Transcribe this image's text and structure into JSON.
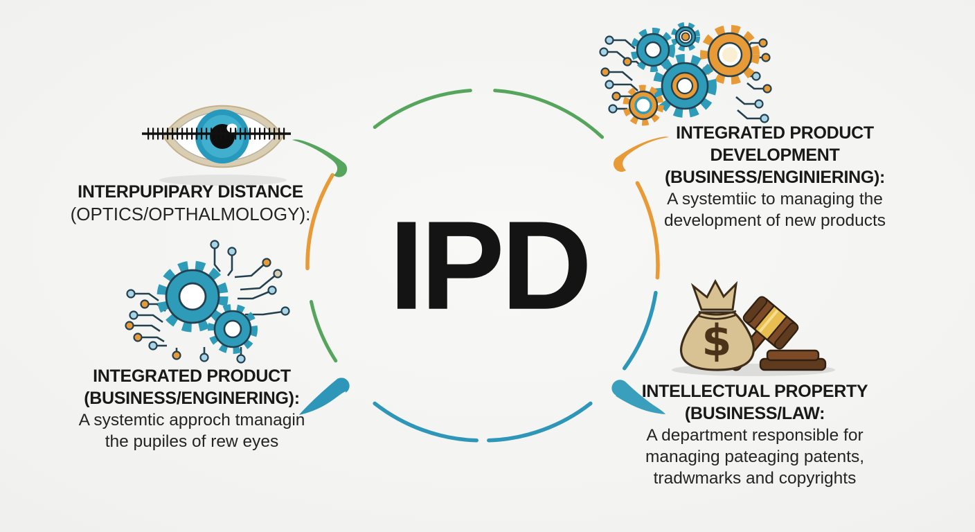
{
  "title": "IPD acronym infographic",
  "theme": {
    "green": "#55A55C",
    "orange": "#E79A35",
    "teal": "#2E96B8",
    "teal-light": "#3A9FBC",
    "text": "#1c1c1c",
    "background": "#f2f2f0",
    "outline": "#23404f",
    "tan": "#D9CDB2",
    "bag": "#D8C294",
    "wood": "#7C4A26",
    "wood-dark": "#5E3A1E",
    "gold": "#E7BE4F"
  },
  "center": {
    "acronym": "IPD"
  },
  "quadrants": {
    "top_left": {
      "icon": "eye-with-ruler",
      "heading_lines": [
        "INTERPUPIPARY DISTANCE"
      ],
      "subheading": "(OPTICS/OPTHALMOLOGY):",
      "body_lines": []
    },
    "top_right": {
      "icon": "gears-circuit",
      "heading_lines": [
        "INTEGRATED PRODUCT",
        "DEVELOPMENT"
      ],
      "subheading": "(BUSINESS/ENGINIERING):",
      "body_lines": [
        "A systemtiic to managing the",
        "development of new products"
      ]
    },
    "bottom_left": {
      "icon": "gears-circuit",
      "heading_lines": [
        "INTEGRATED PRODUCT"
      ],
      "subheading": "(BUSINESS/ENGINERING):",
      "body_lines": [
        "A systemtic approch tmanagin",
        "the pupiles of rew eyes"
      ]
    },
    "bottom_right": {
      "icon": "money-bag-and-gavel",
      "heading_lines": [
        "INTELLECTUAL PROPERTY"
      ],
      "subheading": "(BUSINESS/LAW:",
      "body_lines": [
        "A department responsible for",
        "managing pateaging patents,",
        "tradwmarks and copyrights"
      ],
      "icon_symbol": "$"
    }
  }
}
